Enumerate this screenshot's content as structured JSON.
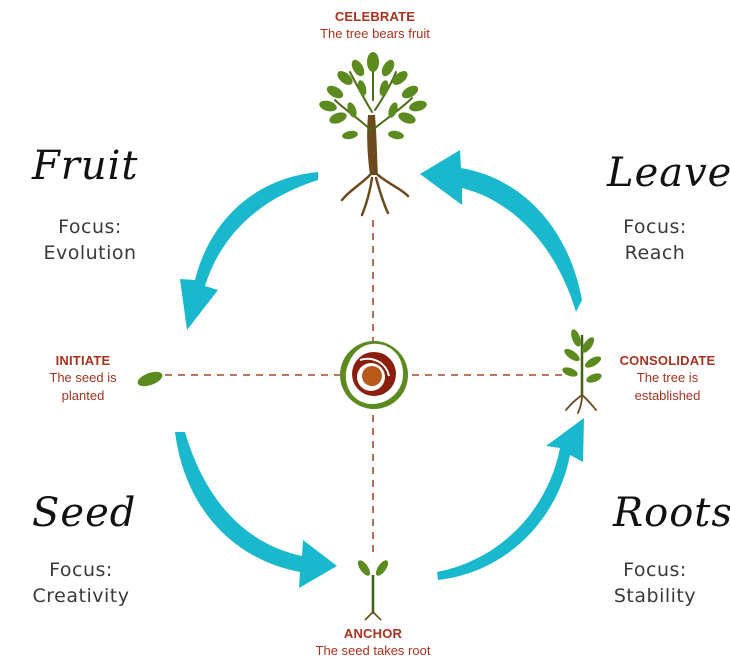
{
  "colors": {
    "arrow": "#19b8cd",
    "plant": "#5b8a1e",
    "plant_dark": "#3f6512",
    "root": "#6b4a1c",
    "dashes": "#a24a2c",
    "stage_text": "#a8321e",
    "rose_red": "#8a1f0f",
    "rose_center": "#b85a1a"
  },
  "stages": {
    "celebrate": {
      "title": "CELEBRATE",
      "desc": "The tree bears fruit",
      "icon": "big-tree"
    },
    "initiate": {
      "title": "INITIATE",
      "desc1": "The seed is",
      "desc2": "planted",
      "icon": "seed"
    },
    "consolidate": {
      "title": "CONSOLIDATE",
      "desc1": "The tree is",
      "desc2": "established",
      "icon": "young-tree"
    },
    "anchor": {
      "title": "ANCHOR",
      "desc": "The seed takes root",
      "icon": "sprout"
    }
  },
  "quadrants": {
    "fruit": {
      "title": "Fruit",
      "focus_label": "Focus:",
      "focus_value": "Evolution"
    },
    "leaves": {
      "title": "Leaves",
      "focus_label": "Focus:",
      "focus_value": "Reach"
    },
    "seed": {
      "title": "Seed",
      "focus_label": "Focus:",
      "focus_value": "Creativity"
    },
    "roots": {
      "title": "Roots",
      "focus_label": "Focus:",
      "focus_value": "Stability"
    }
  },
  "center": {
    "icon": "rose"
  }
}
